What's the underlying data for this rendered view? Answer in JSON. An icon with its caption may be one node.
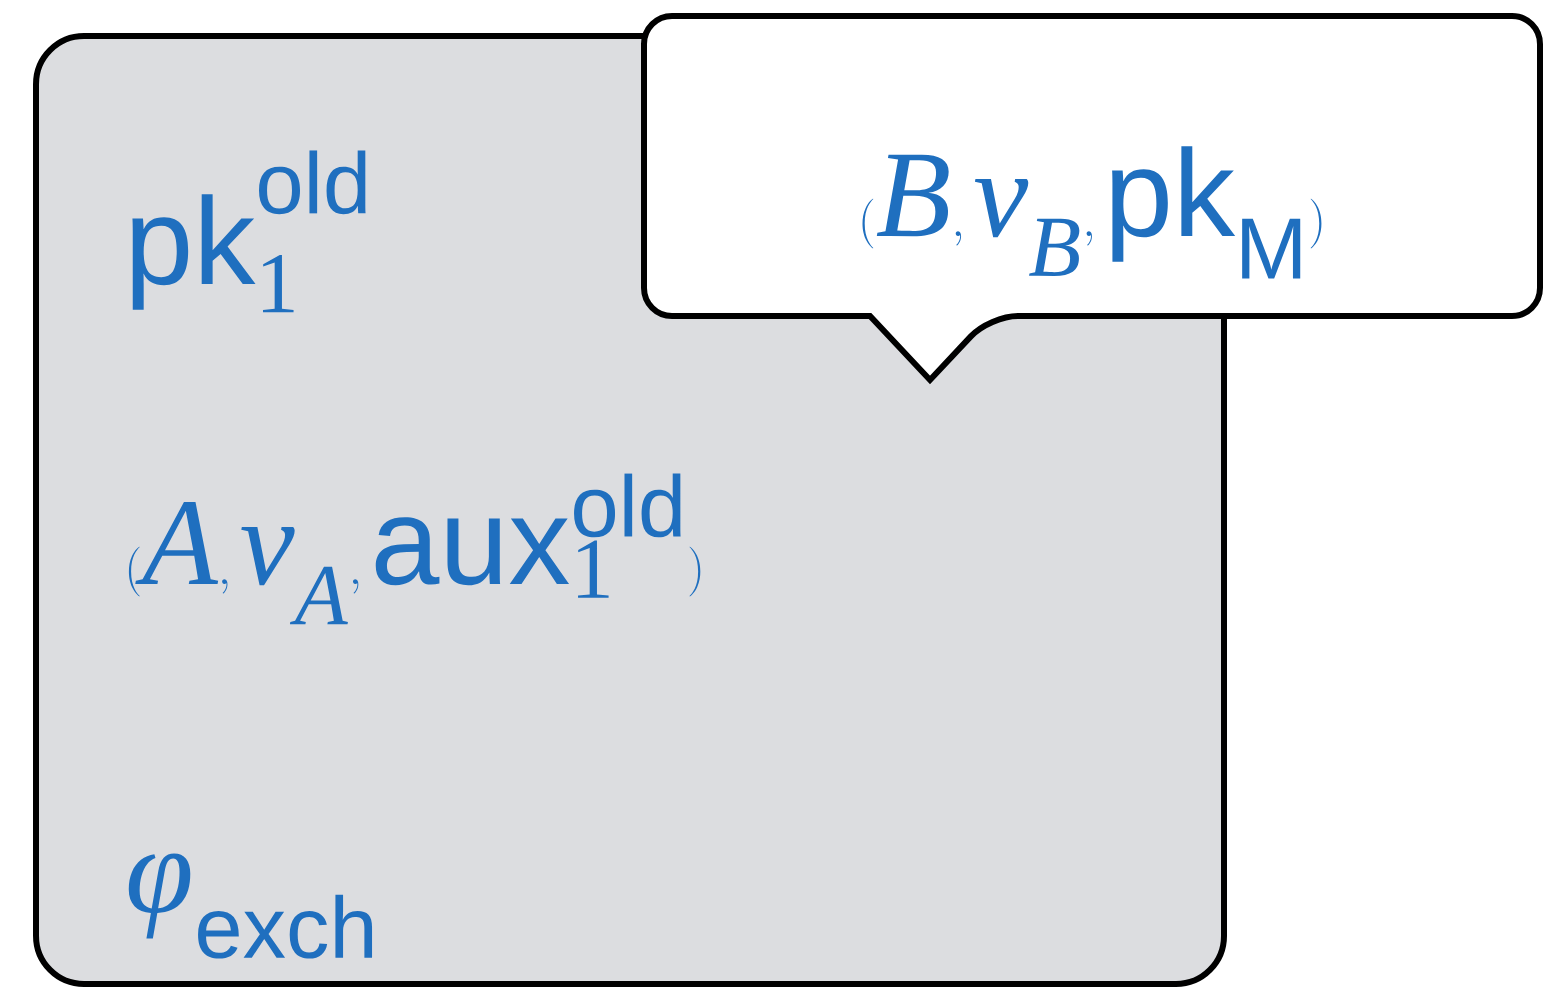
{
  "diagram": {
    "nodes": [
      {
        "text": [
          "\\textsf{pk}_{1}^{\\textsf{old}}",
          "(A, v_{A}, \\textsf{aux}_{1}^{\\textsf{old}})",
          "\\phi_{\\textsf{exch}}"
        ]
      },
      {
        "text": [
          "(B, v_{B}, \\textsf{pk}_{\\textsf{M}})"
        ]
      }
    ]
  }
}
